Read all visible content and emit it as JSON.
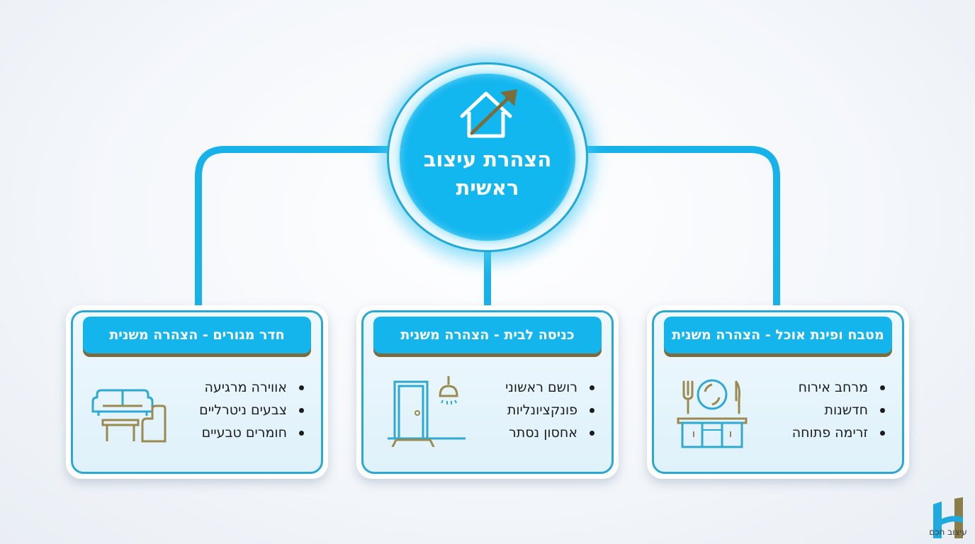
{
  "central_node": {
    "title": "הצהרת עיצוב ראשית",
    "icon": "house-growth-arrow-icon"
  },
  "cards": [
    {
      "title": "חדר מגורים - הצהרה משנית",
      "items": [
        "אווירה מרגיעה",
        "צבעים ניטרליים",
        "חומרים טבעיים"
      ],
      "icon": "living-room-furniture-icon"
    },
    {
      "title": "כניסה לבית - הצהרה משנית",
      "items": [
        "רושם ראשוני",
        "פונקציונליות",
        "אחסון נסתר"
      ],
      "icon": "entrance-door-lamp-icon"
    },
    {
      "title": "מטבח ופינת אוכל - הצהרה משנית",
      "items": [
        "מרחב אירוח",
        "חדשנות",
        "זרימה פתוחה"
      ],
      "icon": "kitchen-dining-icon"
    }
  ],
  "logo": {
    "text": "עיצוב חכם",
    "icon": "smart-design-h-logo-icon"
  },
  "colors": {
    "primary_cyan": "#14b4ec",
    "border_teal": "#2ca8cf",
    "accent_olive": "#7a6c3c",
    "text_dark": "#1d1d1d"
  }
}
